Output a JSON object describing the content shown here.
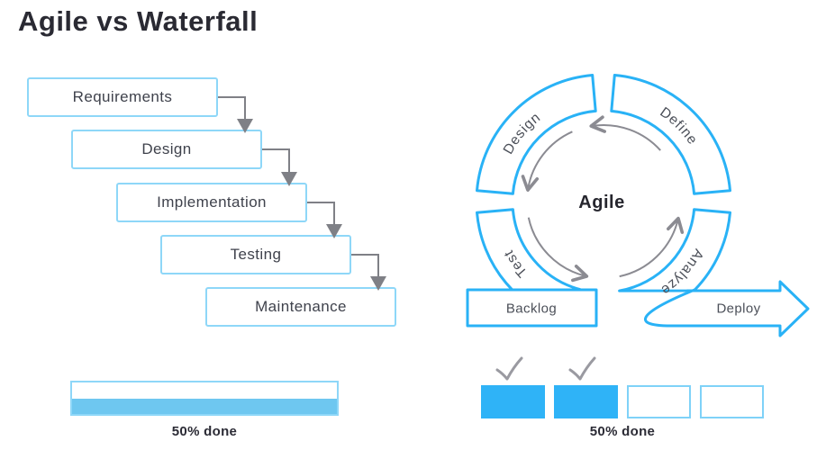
{
  "title": "Agile vs Waterfall",
  "waterfall": {
    "steps": [
      "Requirements",
      "Design",
      "Implementation",
      "Testing",
      "Maintenance"
    ],
    "progress_label": "50% done"
  },
  "agile": {
    "center_label": "Agile",
    "ring": [
      "Design",
      "Define",
      "Test",
      "Analyze"
    ],
    "backlog_label": "Backlog",
    "deploy_label": "Deploy",
    "progress_label": "50% done",
    "sprint_boxes": {
      "done": 2,
      "total": 4
    }
  },
  "colors": {
    "accent_blue": "#29b2f6",
    "light_blue_border": "#8ed7f8",
    "sprint_fill_blue": "#2fb3f7",
    "progress_fill_blue": "#6ec7f0",
    "connector_gray": "#7f8086",
    "cycle_arrow_gray": "#8b8b92",
    "check_gray": "#9a9aa1",
    "title_dark": "#2a2a33",
    "box_text_dark": "#3f424c",
    "ring_label_gray": "#4b4f58"
  }
}
